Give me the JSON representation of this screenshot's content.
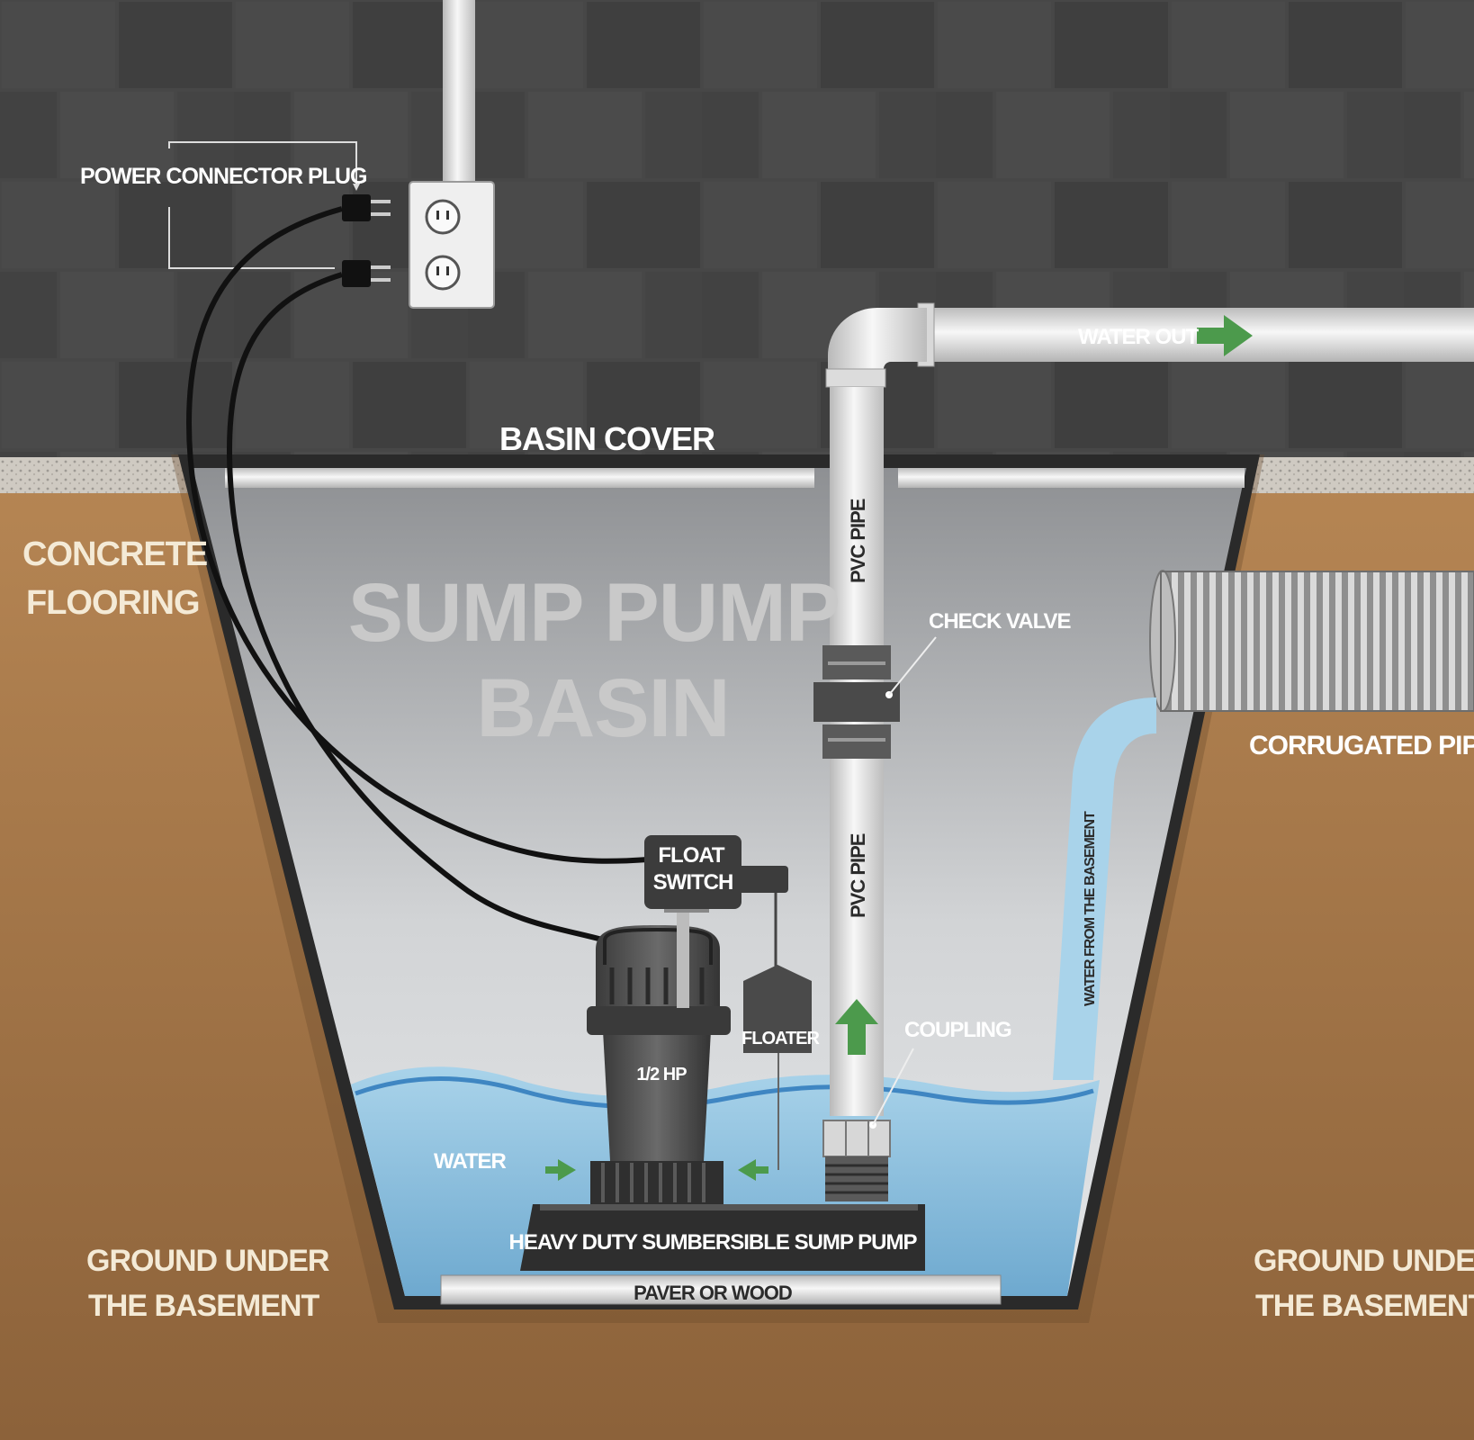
{
  "labels": {
    "power_connector_plug": "POWER CONNECTOR PLUG",
    "water_out": "WATER OUT",
    "basin_cover": "BASIN COVER",
    "concrete_flooring_line1": "CONCRETE",
    "concrete_flooring_line2": "FLOORING",
    "basin_title_line1": "SUMP PUMP",
    "basin_title_line2": "BASIN",
    "pvc_pipe_upper": "PVC PIPE",
    "pvc_pipe_lower": "PVC PIPE",
    "check_valve": "CHECK VALVE",
    "corrugated_pipe": "CORRUGATED PIPE",
    "water_from_basement": "WATER FROM THE BASEMENT",
    "float_switch_line1": "FLOAT",
    "float_switch_line2": "SWITCH",
    "floater": "FLOATER",
    "pump_hp": "1/2 HP",
    "coupling": "COUPLING",
    "water": "WATER",
    "pump_base": "HEAVY DUTY SUMBERSIBLE SUMP PUMP",
    "paver": "PAVER OR WOOD",
    "ground_left_line1": "GROUND UNDER",
    "ground_left_line2": "THE BASEMENT",
    "ground_right_line1": "GROUND UNDER",
    "ground_right_line2": "THE BASEMENT"
  },
  "colors": {
    "brick_wall": "#454545",
    "soil": "#a87a4c",
    "water": "#7fb8d8",
    "basin": "#c4c6c8",
    "pipe": "#e6e6e6",
    "arrow": "#4c9a4c"
  }
}
